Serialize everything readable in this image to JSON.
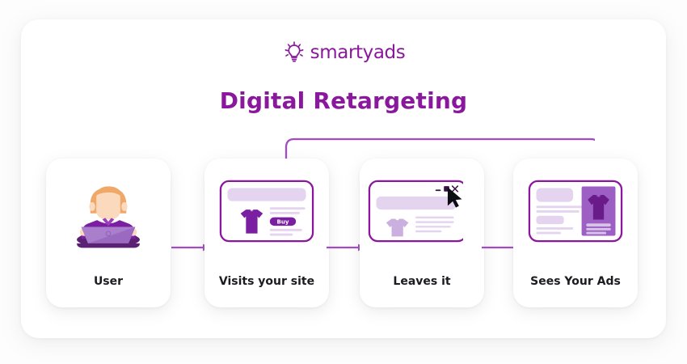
{
  "brand": {
    "name": "smartyads",
    "logo_icon": "lightbulb-icon",
    "color": "#8a189c"
  },
  "header": {
    "title": "Digital Retargeting",
    "title_color": "#8a189c"
  },
  "colors": {
    "background": "#fdfdfd",
    "panel": "#ffffff",
    "card": "#ffffff",
    "accent_purple": "#8a189c",
    "arrow_purple": "#a24bc4",
    "light_lavender": "#e4d4ef",
    "mid_purple": "#9d5fc4",
    "label_text": "#1b1b20"
  },
  "flow": {
    "loop_arrow": {
      "icon": "loop-back-arrow-icon",
      "from_step": 4,
      "to_step": 2,
      "color": "#a24bc4",
      "direction": "down"
    },
    "connectors": [
      {
        "icon": "arrow-right-icon",
        "from_step": 1,
        "to_step": 2,
        "color": "#a24bc4"
      },
      {
        "icon": "arrow-right-icon",
        "from_step": 2,
        "to_step": 3,
        "color": "#a24bc4"
      },
      {
        "icon": "arrow-right-icon",
        "from_step": 3,
        "to_step": 4,
        "color": "#a24bc4"
      }
    ],
    "steps": [
      {
        "index": 1,
        "label": "User",
        "art_icon": "person-with-laptop-icon",
        "description": "Person in purple shirt using a laptop"
      },
      {
        "index": 2,
        "label": "Visits your site",
        "art_icon": "browser-product-page-icon",
        "description": "Browser window showing a purple t-shirt product with a Buy button",
        "button_label": "Buy"
      },
      {
        "index": 3,
        "label": "Leaves it",
        "art_icon": "browser-closing-icon",
        "description": "Browser window being closed, cursor over the close button",
        "window_controls": [
          "minimize",
          "maximize",
          "close"
        ],
        "cursor_icon": "mouse-pointer-icon"
      },
      {
        "index": 4,
        "label": "Sees Your Ads",
        "art_icon": "browser-with-ad-banner-icon",
        "description": "Browser window with a purple retargeting ad showing the same t-shirt"
      }
    ]
  }
}
